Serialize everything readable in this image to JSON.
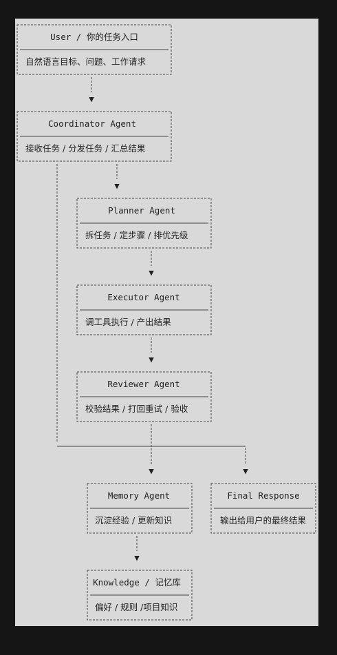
{
  "nodes": [
    {
      "id": "user",
      "title": "User / 你的任务入口",
      "desc": "自然语言目标、问题、工作请求"
    },
    {
      "id": "coordinator",
      "title": "Coordinator Agent",
      "desc": "接收任务 / 分发任务 / 汇总结果"
    },
    {
      "id": "planner",
      "title": "Planner Agent",
      "desc": "拆任务 / 定步骤 / 排优先级"
    },
    {
      "id": "executor",
      "title": "Executor Agent",
      "desc": "调工具执行 / 产出结果"
    },
    {
      "id": "reviewer",
      "title": "Reviewer Agent",
      "desc": "校验结果 / 打回重试 / 验收"
    },
    {
      "id": "memory",
      "title": "Memory Agent",
      "desc": "沉淀经验 / 更新知识"
    },
    {
      "id": "final",
      "title": "Final Response",
      "desc": "输出给用户的最终结果"
    },
    {
      "id": "knowledge",
      "title": "Knowledge / 记忆库",
      "desc": "偏好 / 规则 /项目知识"
    }
  ],
  "arrow_glyph": "▼"
}
